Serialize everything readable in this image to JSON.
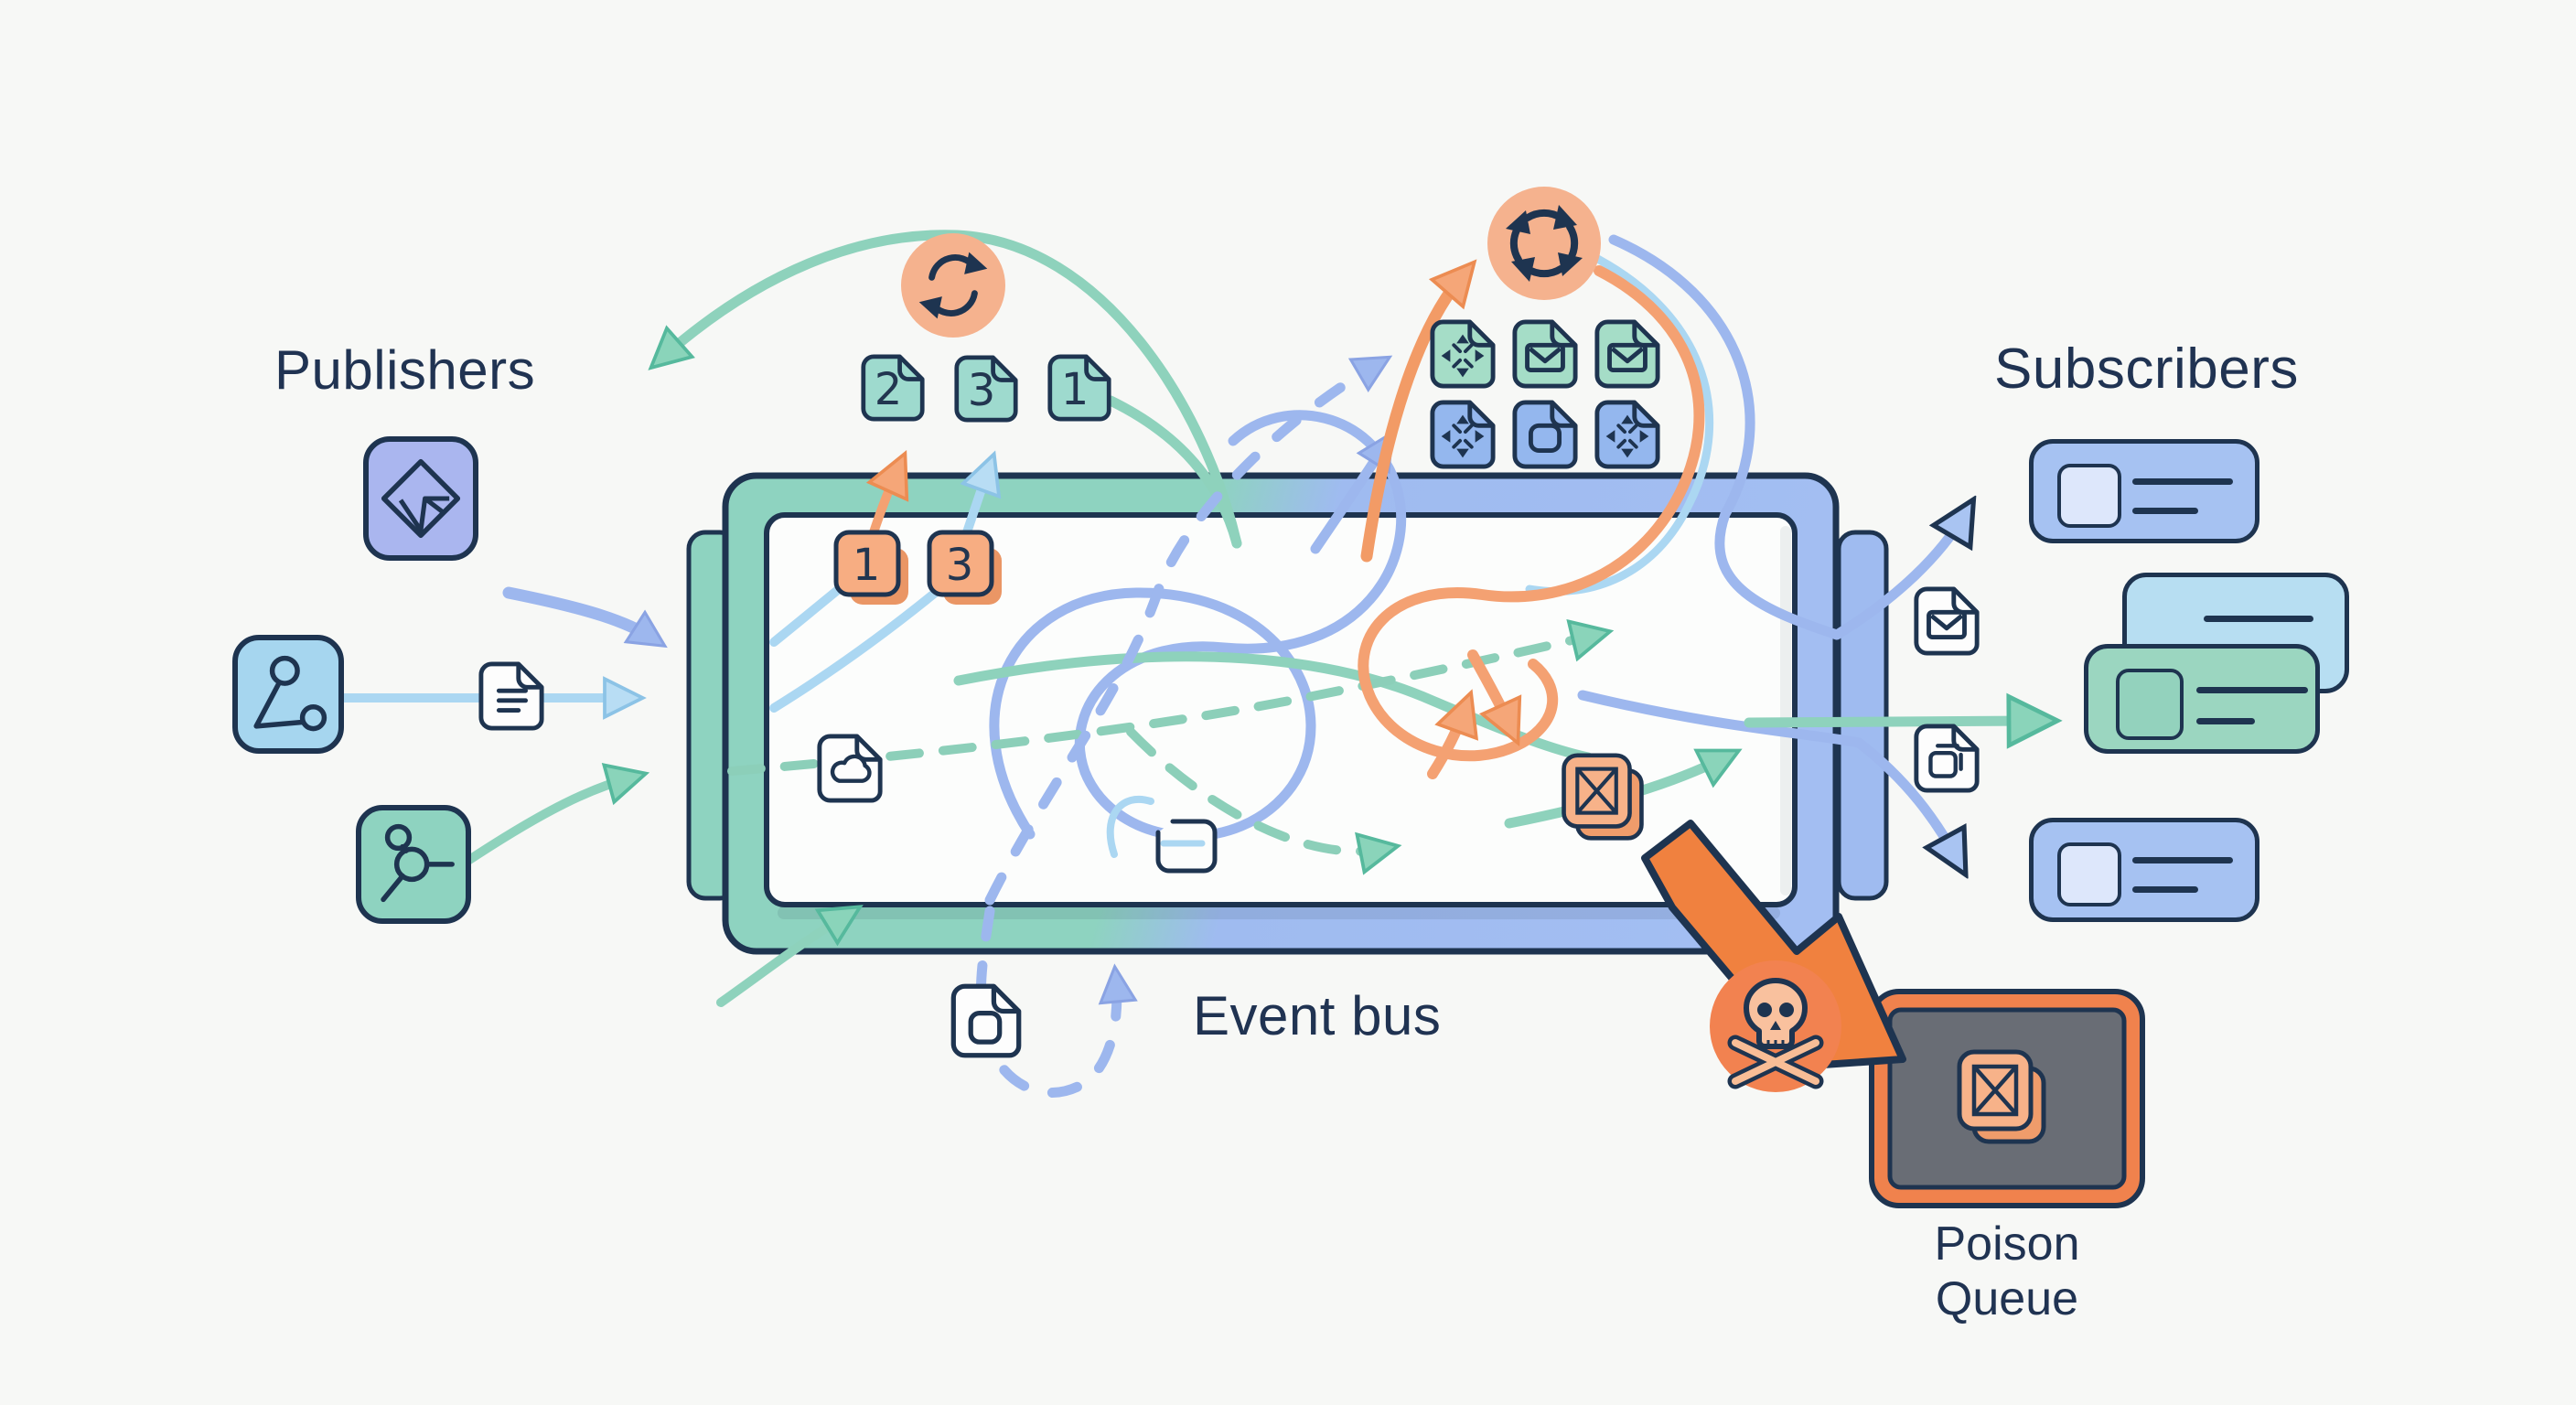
{
  "diagram": {
    "type": "event-bus-architecture",
    "publishers": {
      "label": "Publishers",
      "sources": [
        {
          "icon": "diamond-send-icon"
        },
        {
          "icon": "user-network-icon"
        },
        {
          "icon": "share-node-icon"
        }
      ],
      "payload_icon": "document-lines-icon"
    },
    "event_bus": {
      "label": "Event bus",
      "queued_messages": [
        {
          "value": "2"
        },
        {
          "value": "3"
        },
        {
          "value": "1"
        }
      ],
      "inflight_messages": [
        {
          "value": "1"
        },
        {
          "value": "3"
        }
      ],
      "icons": [
        "refresh-cycle-icon",
        "rotate-arrows-icon",
        "cloud-file-icon",
        "tray-icon",
        "poison-message-icon",
        "package-file-icon",
        "scatter-file-icon",
        "envelope-file-icon",
        "square-file-icon"
      ]
    },
    "subscribers": {
      "label": "Subscribers",
      "delivery_icons": [
        "envelope-file-icon",
        "copy-file-icon"
      ]
    },
    "poison_queue": {
      "label": "Poison Queue",
      "icons": [
        "skull-crossbones-icon",
        "poison-message-icon",
        "zigzag-arrow-icon"
      ]
    },
    "colors": {
      "background": "#f7f8f6",
      "outline_navy": "#1e3450",
      "teal": "#8ed3c0",
      "teal_light": "#9edace",
      "frame_blue": "#9fbbf0",
      "sky_blue": "#abd7f2",
      "periwinkle": "#9db7ee",
      "orange_soft": "#f5b28e",
      "orange_box": "#f7ad82",
      "orange_strong": "#f0813f",
      "queue_gray": "#696d75",
      "card_blue": "#a6c2f2",
      "card_teal": "#9bd6c0",
      "card_sky": "#b7def2"
    }
  }
}
